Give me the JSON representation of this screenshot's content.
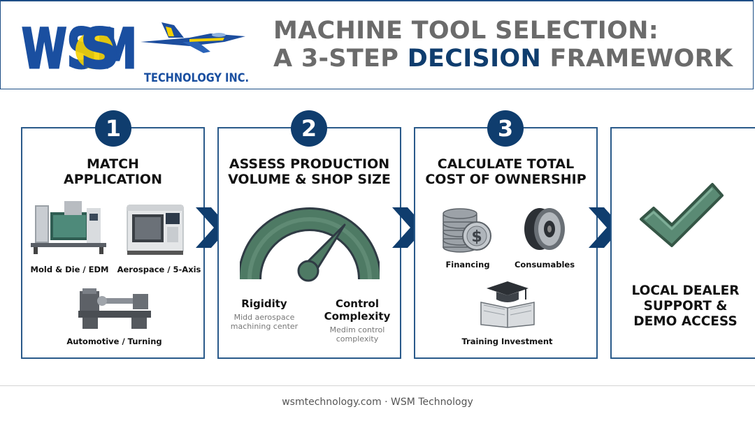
{
  "header": {
    "logo": {
      "mark": "WSM",
      "company": "TECHNOLOGY INC."
    },
    "title_line1": "MACHINE TOOL SELECTION:",
    "title_line2_pre": "A 3-STEP ",
    "title_line2_accent": "DECISION",
    "title_line2_post": " FRAMEWORK"
  },
  "steps": [
    {
      "number": "1",
      "title_line1": "MATCH",
      "title_line2": "APPLICATION",
      "items": [
        {
          "label": "Mold & Die / EDM",
          "icon": "edm-machine-icon"
        },
        {
          "label": "Aerospace / 5-Axis",
          "icon": "vertical-machining-center-icon"
        },
        {
          "label": "Automotive / Turning",
          "icon": "lathe-icon"
        }
      ]
    },
    {
      "number": "2",
      "title_line1": "ASSESS PRODUCTION",
      "title_line2": "VOLUME & SHOP SIZE",
      "gauge": {
        "left_label": "Rigidity",
        "left_sub_line1": "Midd aerospace",
        "left_sub_line2": "machining center",
        "right_label_line1": "Control",
        "right_label_line2": "Complexity",
        "right_sub_line1": "Medim control",
        "right_sub_line2": "complexity"
      }
    },
    {
      "number": "3",
      "title_line1": "CALCULATE TOTAL",
      "title_line2": "COST OF OWNERSHIP",
      "items": [
        {
          "label": "Financing",
          "icon": "coin-stack-icon"
        },
        {
          "label": "Consumables",
          "icon": "wire-spool-icon"
        },
        {
          "label": "Training Investment",
          "icon": "graduation-book-icon"
        }
      ]
    }
  ],
  "final": {
    "line1": "LOCAL DEALER",
    "line2": "SUPPORT &",
    "line3": "DEMO ACCESS",
    "icon": "checkmark-icon"
  },
  "footer": {
    "text": "wsmtechnology.com · WSM Technology"
  },
  "colors": {
    "navy": "#0f3d6e",
    "border": "#2a5a8a",
    "gauge_green": "#4e7a64",
    "logo_blue": "#1a4fa0",
    "logo_yellow": "#f5d100",
    "title_gray": "#6b6b6b"
  }
}
